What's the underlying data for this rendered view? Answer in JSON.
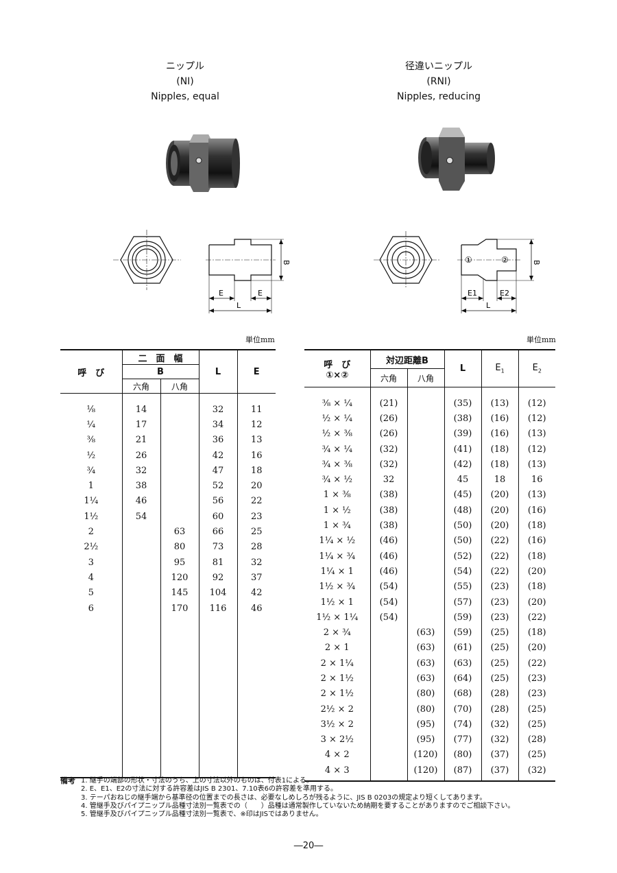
{
  "products": {
    "ni": {
      "jp": "ニップル",
      "code": "(NI)",
      "en": "Nipples, equal"
    },
    "rni": {
      "jp": "径違いニップル",
      "code": "(RNI)",
      "en": "Nipples, reducing"
    }
  },
  "drawings": {
    "ni": {
      "dim_b": "B",
      "dim_e1": "E",
      "dim_e2": "E",
      "dim_l": "L"
    },
    "rni": {
      "dim_b": "B",
      "dim_e1": "E1",
      "dim_e2": "E2",
      "dim_l": "L",
      "mark1": "①",
      "mark2": "②"
    }
  },
  "unit_label": "単位mm",
  "table_ni": {
    "headers": {
      "size": "呼　び",
      "b_group": "二　面　幅",
      "b": "B",
      "hex": "六角",
      "oct": "八角",
      "l": "L",
      "e": "E"
    },
    "rows": [
      [
        "⅛",
        "14",
        "",
        "32",
        "11"
      ],
      [
        "¼",
        "17",
        "",
        "34",
        "12"
      ],
      [
        "⅜",
        "21",
        "",
        "36",
        "13"
      ],
      [
        "½",
        "26",
        "",
        "42",
        "16"
      ],
      [
        "¾",
        "32",
        "",
        "47",
        "18"
      ],
      [
        "1",
        "38",
        "",
        "52",
        "20"
      ],
      [
        "1¼",
        "46",
        "",
        "56",
        "22"
      ],
      [
        "1½",
        "54",
        "",
        "60",
        "23"
      ],
      [
        "2",
        "",
        "63",
        "66",
        "25"
      ],
      [
        "2½",
        "",
        "80",
        "73",
        "28"
      ],
      [
        "3",
        "",
        "95",
        "81",
        "32"
      ],
      [
        "4",
        "",
        "120",
        "92",
        "37"
      ],
      [
        "5",
        "",
        "145",
        "104",
        "42"
      ],
      [
        "6",
        "",
        "170",
        "116",
        "46"
      ]
    ]
  },
  "table_rni": {
    "headers": {
      "size": "呼　び",
      "size_sub": "①×②",
      "b_group": "対辺距離B",
      "hex": "六角",
      "oct": "八角",
      "l": "L",
      "e1": "E1",
      "e2": "E2"
    },
    "rows": [
      [
        "⅜ × ¼",
        "(21)",
        "",
        "(35)",
        "(13)",
        "(12)"
      ],
      [
        "½ × ¼",
        "(26)",
        "",
        "(38)",
        "(16)",
        "(12)"
      ],
      [
        "½ × ⅜",
        "(26)",
        "",
        "(39)",
        "(16)",
        "(13)"
      ],
      [
        "¾ × ¼",
        "(32)",
        "",
        "(41)",
        "(18)",
        "(12)"
      ],
      [
        "¾ × ⅜",
        "(32)",
        "",
        "(42)",
        "(18)",
        "(13)"
      ],
      [
        "¾ × ½",
        "32",
        "",
        "45",
        "18",
        "16"
      ],
      [
        "1 × ⅜",
        "(38)",
        "",
        "(45)",
        "(20)",
        "(13)"
      ],
      [
        "1 × ½",
        "(38)",
        "",
        "(48)",
        "(20)",
        "(16)"
      ],
      [
        "1 × ¾",
        "(38)",
        "",
        "(50)",
        "(20)",
        "(18)"
      ],
      [
        "1¼ × ½",
        "(46)",
        "",
        "(50)",
        "(22)",
        "(16)"
      ],
      [
        "1¼ × ¾",
        "(46)",
        "",
        "(52)",
        "(22)",
        "(18)"
      ],
      [
        "1¼ × 1",
        "(46)",
        "",
        "(54)",
        "(22)",
        "(20)"
      ],
      [
        "1½ × ¾",
        "(54)",
        "",
        "(55)",
        "(23)",
        "(18)"
      ],
      [
        "1½ × 1",
        "(54)",
        "",
        "(57)",
        "(23)",
        "(20)"
      ],
      [
        "1½ × 1¼",
        "(54)",
        "",
        "(59)",
        "(23)",
        "(22)"
      ],
      [
        "2 × ¾",
        "",
        "(63)",
        "(59)",
        "(25)",
        "(18)"
      ],
      [
        "2 × 1",
        "",
        "(63)",
        "(61)",
        "(25)",
        "(20)"
      ],
      [
        "2 × 1¼",
        "",
        "(63)",
        "(63)",
        "(25)",
        "(22)"
      ],
      [
        "2 × 1½",
        "",
        "(63)",
        "(64)",
        "(25)",
        "(23)"
      ],
      [
        "2 × 1½",
        "",
        "(80)",
        "(68)",
        "(28)",
        "(23)"
      ],
      [
        "2½ × 2",
        "",
        "(80)",
        "(70)",
        "(28)",
        "(25)"
      ],
      [
        "3½ × 2",
        "",
        "(95)",
        "(74)",
        "(32)",
        "(25)"
      ],
      [
        "3 × 2½",
        "",
        "(95)",
        "(77)",
        "(32)",
        "(28)"
      ],
      [
        "4 × 2",
        "",
        "(120)",
        "(80)",
        "(37)",
        "(25)"
      ],
      [
        "4 × 3",
        "",
        "(120)",
        "(87)",
        "(37)",
        "(32)"
      ]
    ]
  },
  "notes": {
    "label": "備考",
    "items": [
      "1. 継手の端部の形状・寸法のうち、上の寸法以外のものは、付表1による。",
      "2. E、E1、E2の寸法に対する許容差はJIS B 2301、7.10表6の許容差を準用する。",
      "3. テーパおねじの継手端から基準径の位置までの長さは、必要なしめしろが残るように、JIS B 0203の規定より短くしてあります。",
      "4. 管継手及びパイプニップル品種寸法別一覧表での（　　）品種は通常製作していないため納期を要することがありますのでご相談下さい。",
      "5. 管継手及びパイプニップル品種寸法別一覧表で、※印はJISではありません。"
    ]
  },
  "page_number": "―20―"
}
